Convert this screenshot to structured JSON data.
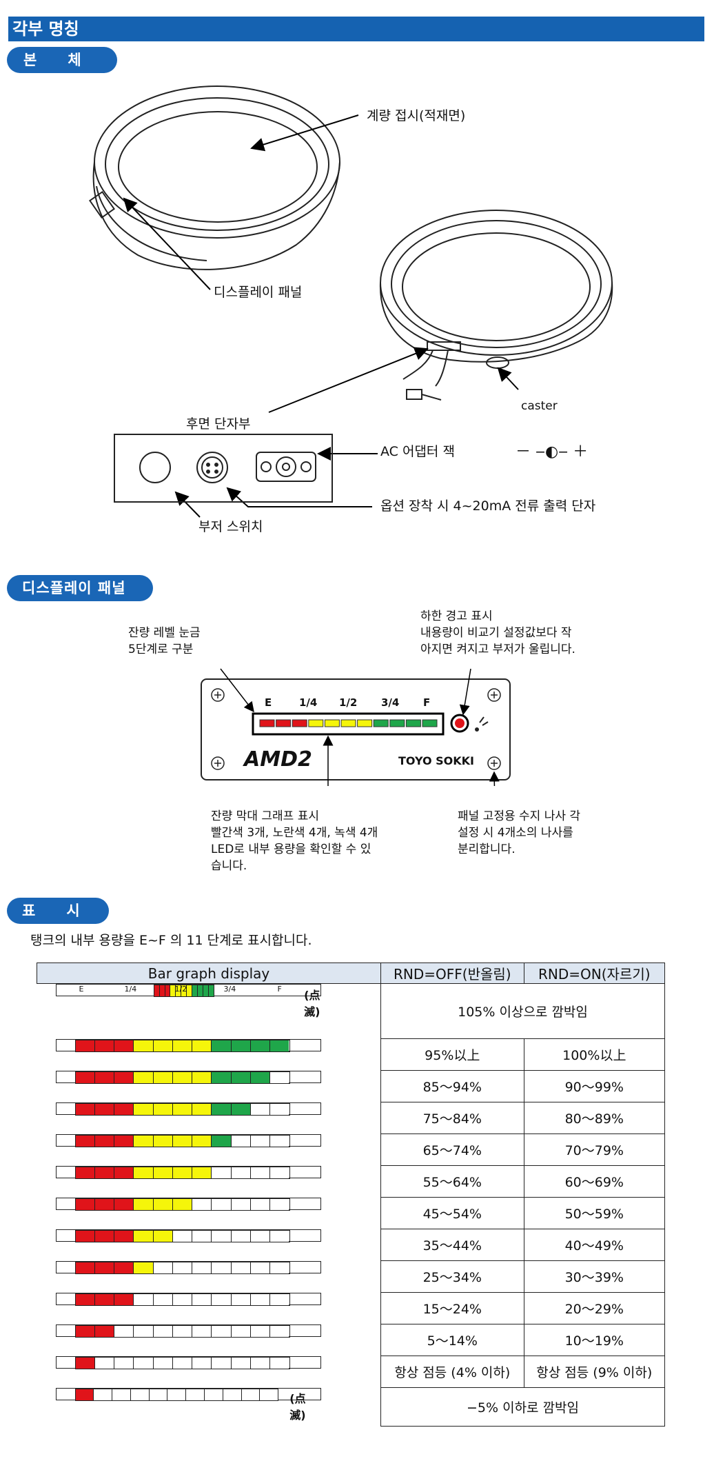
{
  "title": "각부 명칭",
  "sections": {
    "body": "본　　체",
    "panel": "디스플레이 패널",
    "display": "표　　시"
  },
  "body_labels": {
    "plate": "계량 접시(적재면)",
    "display_panel": "디스플레이 패널",
    "caster": "caster",
    "rear": "후면 단자부",
    "ac": "AC 어댑터 잭",
    "polarity": "－ ‒◐‒ ＋",
    "option": "옵션 장착 시 4~20mA 전류 출력 단자",
    "buzzer": "부저 스위치"
  },
  "panel_labels": {
    "scale_line1": "잔량 레벨 눈금",
    "scale_line2": "5단계로 구분",
    "warn_line1": "하한 경고 표시",
    "warn_line2": "내용량이 비교기 설정값보다 작",
    "warn_line3": "아지면 켜지고 부저가 울립니다.",
    "bar_line1": "잔량 막대 그래프 표시",
    "bar_line2": "빨간색 3개, 노란색 4개, 녹색 4개",
    "bar_line3": "LED로 내부 용량을 확인할 수 있",
    "bar_line4": "습니다.",
    "screw_line1": "패널 고정용 수지 나사 각",
    "screw_line2": "설정 시 4개소의 나사를",
    "screw_line3": "분리합니다.",
    "ticks": [
      "E",
      "1/4",
      "1/2",
      "3/4",
      "F"
    ],
    "model": "AMD2",
    "brand": "TOYO SOKKI"
  },
  "display_intro": "탱크의 내부 용량을 E~F 의 11 단계로 표시합니다.",
  "table": {
    "headers": [
      "Bar graph display",
      "RND=OFF(반올림)",
      "RND=ON(자르기)"
    ],
    "header_ticks": [
      "E",
      "1/4",
      "1/2",
      "3/4",
      "F"
    ],
    "blink_label": "(点滅)",
    "top_merged": "105% 이상으로 깜박임",
    "bottom_merged": "−5% 이하로 깜박임",
    "rows": [
      {
        "lit": 11,
        "off": "95%以上",
        "on": "100%以上"
      },
      {
        "lit": 10,
        "off": "85～94%",
        "on": "90～99%"
      },
      {
        "lit": 9,
        "off": "75～84%",
        "on": "80～89%"
      },
      {
        "lit": 8,
        "off": "65～74%",
        "on": "70～79%"
      },
      {
        "lit": 7,
        "off": "55～64%",
        "on": "60～69%"
      },
      {
        "lit": 6,
        "off": "45～54%",
        "on": "50～59%"
      },
      {
        "lit": 5,
        "off": "35～44%",
        "on": "40～49%"
      },
      {
        "lit": 4,
        "off": "25～34%",
        "on": "30～39%"
      },
      {
        "lit": 3,
        "off": "15～24%",
        "on": "20～29%"
      },
      {
        "lit": 2,
        "off": "5～14%",
        "on": "10～19%"
      },
      {
        "lit": 1,
        "off": "항상 점등 (4% 이하)",
        "on": "항상 점등 (9% 이하)"
      }
    ]
  },
  "colors": {
    "red": "#e0141a",
    "yellow": "#f5f50a",
    "green": "#1fa64a",
    "blue": "#1562b1"
  }
}
